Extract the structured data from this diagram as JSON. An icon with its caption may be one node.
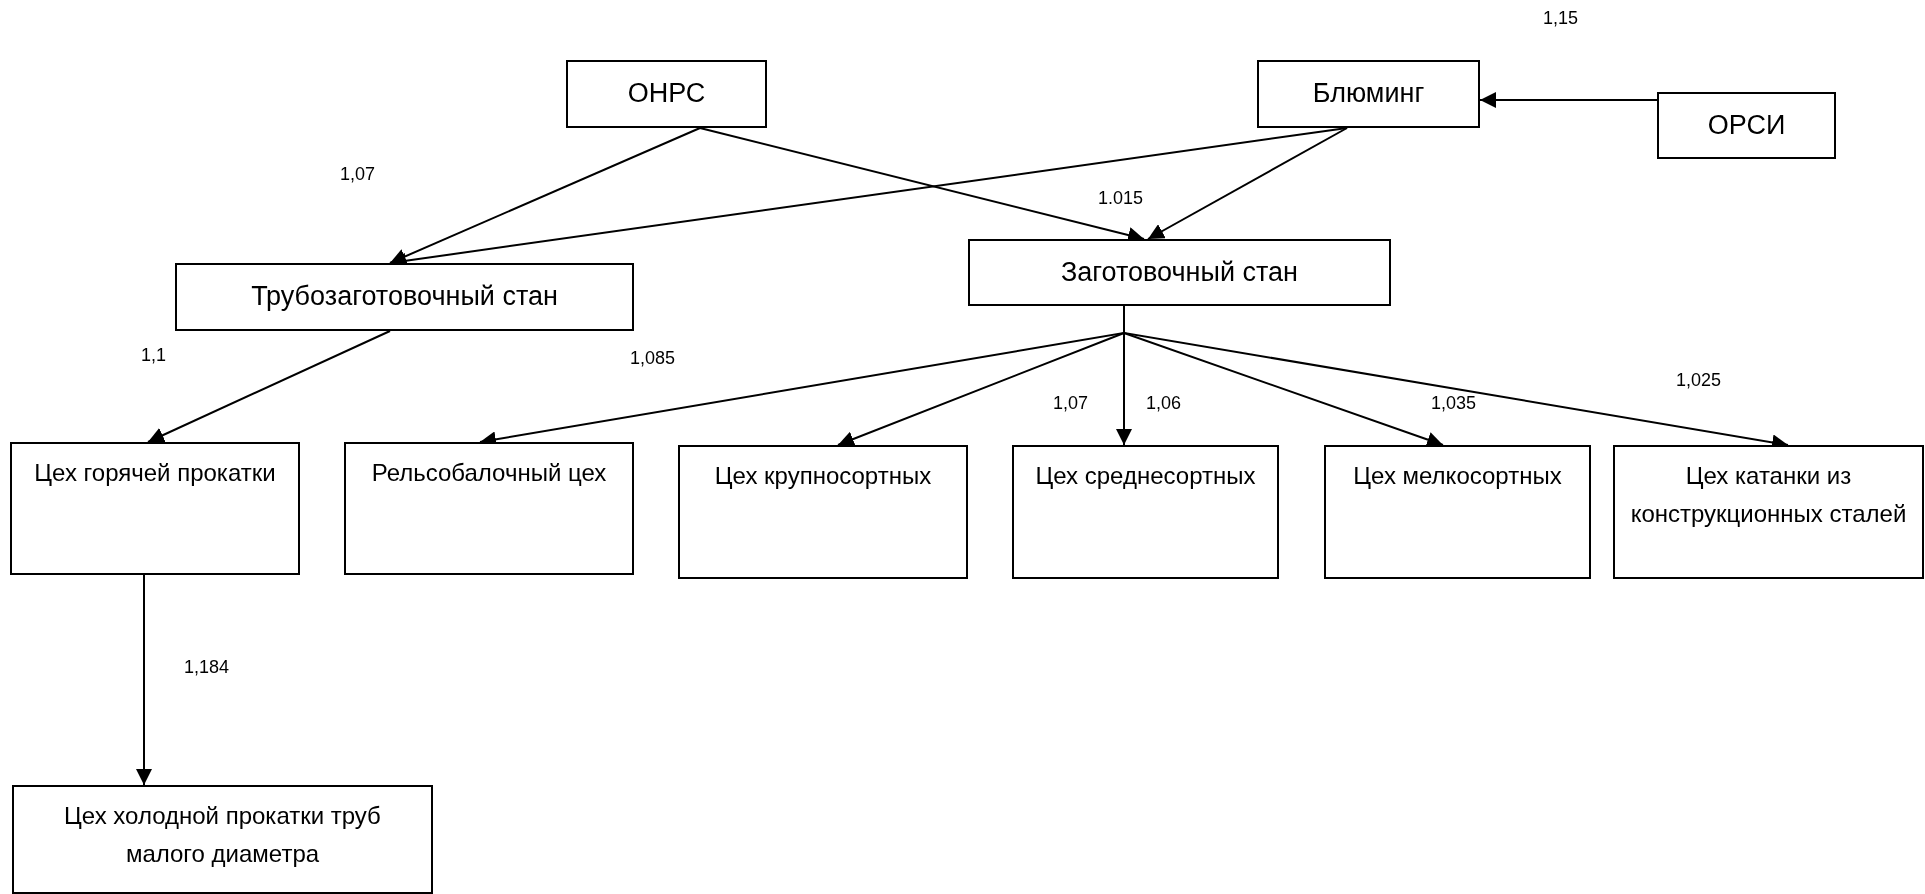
{
  "diagram": {
    "nodes": [
      {
        "text": [
          "ОНРС"
        ]
      },
      {
        "text": [
          "Блюминг"
        ]
      },
      {
        "text": [
          "ОРСИ"
        ]
      },
      {
        "text": [
          "Трубозаготовочный стан"
        ]
      },
      {
        "text": [
          "Заготовочный стан"
        ]
      },
      {
        "text": [
          "Цех горячей прокатки"
        ]
      },
      {
        "text": [
          "Рельсобалочный цех"
        ]
      },
      {
        "text": [
          "Цех крупносортных"
        ]
      },
      {
        "text": [
          "Цех среднесортных"
        ]
      },
      {
        "text": [
          "Цех мелкосортных"
        ]
      },
      {
        "text": [
          "Цех катанки из конструкционных сталей"
        ]
      },
      {
        "text": [
          "Цех холодной прокатки труб малого диаметра"
        ]
      }
    ],
    "edges": [
      {
        "from": 0,
        "to": 3,
        "arrow": "to"
      },
      {
        "from": 0,
        "to": 4,
        "arrow": "to"
      },
      {
        "from": 1,
        "to": 3,
        "arrow": "to"
      },
      {
        "from": 1,
        "to": 4,
        "arrow": "to"
      },
      {
        "from": 2,
        "to": 1,
        "arrow": "to"
      },
      {
        "from": 3,
        "to": 5,
        "arrow": "to"
      },
      {
        "from": 4,
        "to": 6,
        "arrow": "to"
      },
      {
        "from": 4,
        "to": 7,
        "arrow": "to"
      },
      {
        "from": 4,
        "to": 8,
        "arrow": "to"
      },
      {
        "from": 4,
        "to": 9,
        "arrow": "to"
      },
      {
        "from": 4,
        "to": 10,
        "arrow": "to"
      },
      {
        "from": 5,
        "to": 11,
        "arrow": "to"
      }
    ],
    "labels": [
      "1,15",
      "1,07",
      "1.015",
      "1,1",
      "1,085",
      "1,07",
      "1,06",
      "1,035",
      "1,025",
      "1,184"
    ]
  }
}
